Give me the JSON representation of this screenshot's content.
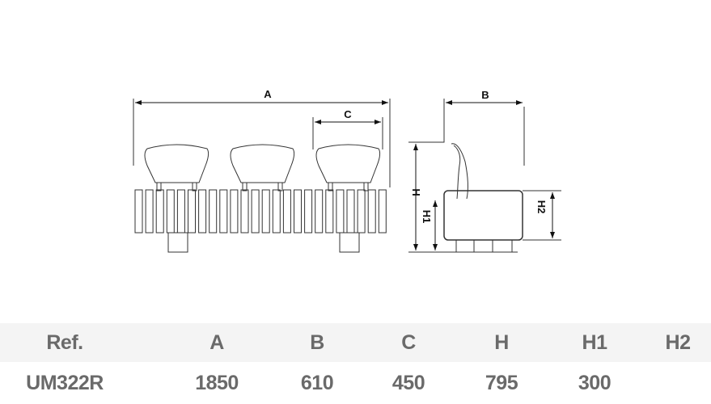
{
  "drawing": {
    "labels": {
      "A": "A",
      "B": "B",
      "C": "C",
      "H": "H",
      "H1": "H1",
      "H2": "H2"
    }
  },
  "table": {
    "headers": [
      "Ref.",
      "A",
      "B",
      "C",
      "H",
      "H1",
      "H2"
    ],
    "rows": [
      [
        "UM322R",
        "1850",
        "610",
        "450",
        "795",
        "300",
        ""
      ]
    ]
  }
}
